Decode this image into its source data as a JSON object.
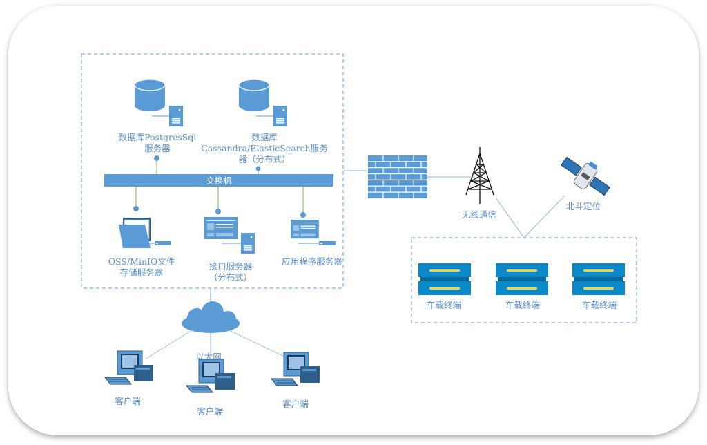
{
  "colors": {
    "accent": "#5b9bd5",
    "terminal": "#0a88c8",
    "terminal_stripe": "#f5d443",
    "link": "#a9d18e",
    "line": "#9dc3e6"
  },
  "server_zone": {
    "db_postgres": {
      "line1": "数据库PostgresSql",
      "line2": "服务器"
    },
    "db_cassandra": {
      "line1": "数据库",
      "line2": "Cassandra/ElasticSearch服务",
      "line3": "器（分布式）"
    },
    "switch": "交换机",
    "oss": {
      "line1": "OSS/MinIO文件",
      "line2": "存储服务器"
    },
    "api": {
      "line1": "接口服务器",
      "line2": "（分布式）"
    },
    "app": "应用程序服务器"
  },
  "wireless": "无线通信",
  "beidou": "北斗定位",
  "vehicle_terminals": [
    "车载终端",
    "车载终端",
    "车载终端"
  ],
  "ethernet": "以太网",
  "clients": [
    "客户端",
    "客户端",
    "客户端"
  ]
}
